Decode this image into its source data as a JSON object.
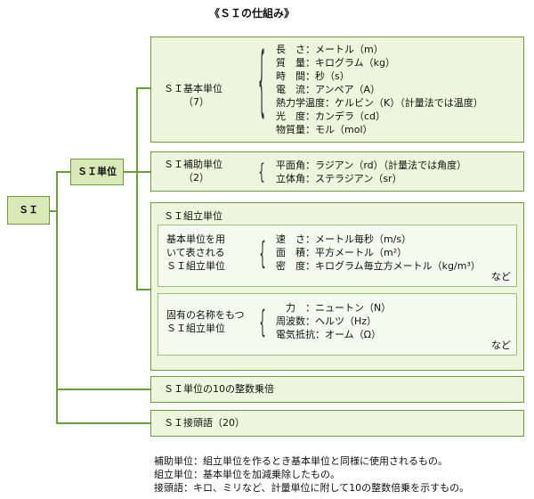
{
  "title": "《ＳＩの仕組み》",
  "si": "ＳＩ",
  "si_unit": "ＳＩ単位",
  "base": {
    "label": "ＳＩ基本単位",
    "count": "（7）",
    "rows": [
      "長　さ：メートル（m）",
      "質　量：キログラム（kg）",
      "時　間：秒（s）",
      "電　流：アンペア（A）",
      "熱力学温度：ケルビン（K）（計量法では温度）",
      "光　度：カンデラ（cd）",
      "物質量：モル（mol）"
    ]
  },
  "supplementary": {
    "label": "ＳＩ補助単位",
    "count": "（2）",
    "rows": [
      "平面角：ラジアン（rd）（計量法では角度）",
      "立体角：ステラジアン（sr）"
    ]
  },
  "derived": {
    "label": "ＳＩ組立単位",
    "group1": {
      "label": [
        "基本単位を用",
        "いて表される",
        "ＳＩ組立単位"
      ],
      "rows": [
        "速　さ：メートル毎秒（m/s）",
        "面　積：平方メートル（m²）",
        "密　度：キログラム毎立方メートル（kg/m³）"
      ],
      "etc": "など"
    },
    "group2": {
      "label": [
        "固有の名称をもつ",
        "ＳＩ組立単位"
      ],
      "rows": [
        "　力　：ニュートン（N）",
        "周波数：ヘルツ（Hz）",
        "電気抵抗：オーム（Ω）"
      ],
      "etc": "など"
    }
  },
  "multiples": "ＳＩ単位の10の整数乗倍",
  "prefixes": "ＳＩ接頭語（20）",
  "notes": [
    "補助単位：組立単位を作るとき基本単位と同様に使用されるもの。",
    "組立単位：基本単位を加減乗除したもの。",
    "接頭語：キロ、ミリなど、計量単位に附して10の整数倍乗を示すもの。"
  ],
  "colors": {
    "line": "#6aa035",
    "box_fill": "#eef5dc",
    "si_fill": "#d9eab8"
  }
}
